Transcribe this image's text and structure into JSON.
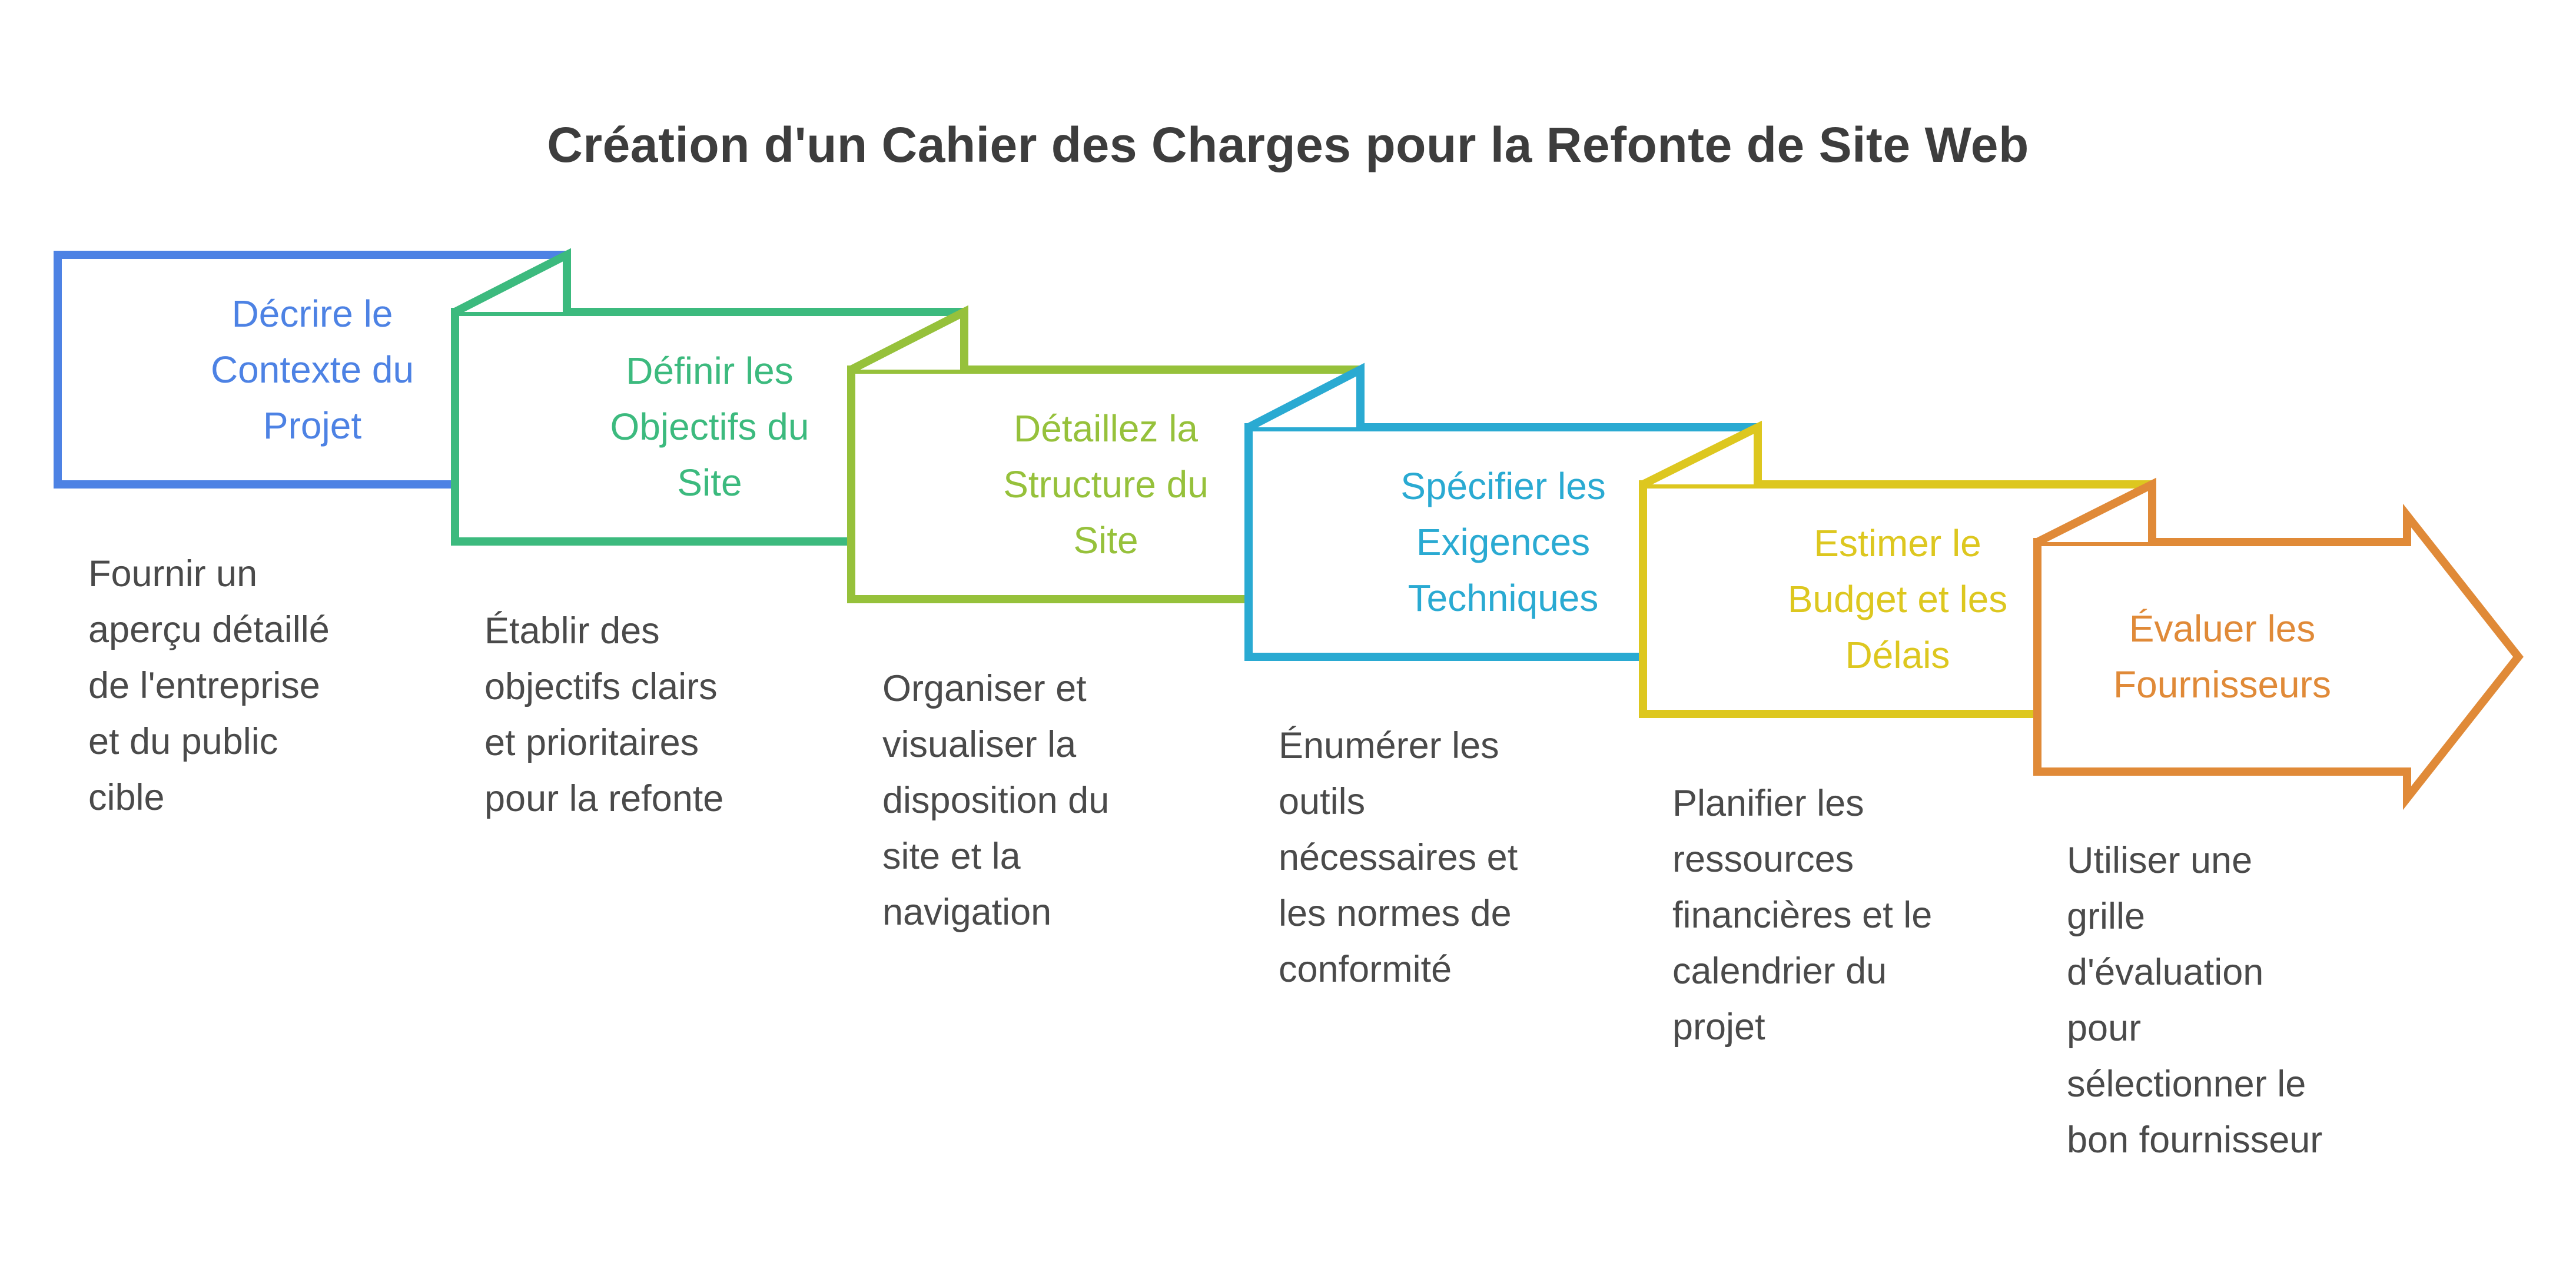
{
  "title": "Création d'un Cahier des Charges pour la Refonte de Site Web",
  "colors": {
    "background": "#ffffff",
    "title_text": "#3d3d3d",
    "description_text": "#4a4a4a",
    "step_blue": "#4d82e4",
    "step_green": "#3cba7e",
    "step_olive": "#96c13b",
    "step_cyan": "#2aaad2",
    "step_yellow": "#ddc71f",
    "step_orange": "#e08a38"
  },
  "steps": [
    {
      "label": "Décrire le\nContexte du\nProjet",
      "description": "Fournir un\naperçu détaillé\nde l'entreprise\net du public\ncible",
      "color": "#4d82e4"
    },
    {
      "label": "Définir les\nObjectifs du\nSite",
      "description": "Établir des\nobjectifs clairs\net prioritaires\npour la refonte",
      "color": "#3cba7e"
    },
    {
      "label": "Détaillez la\nStructure du\nSite",
      "description": "Organiser et\nvisualiser la\ndisposition du\nsite et la\nnavigation",
      "color": "#96c13b"
    },
    {
      "label": "Spécifier les\nExigences\nTechniques",
      "description": "Énumérer les\noutils\nnécessaires et\nles normes de\nconformité",
      "color": "#2aaad2"
    },
    {
      "label": "Estimer le\nBudget et les\nDélais",
      "description": "Planifier les\nressources\nfinancières et le\ncalendrier du\nprojet",
      "color": "#ddc71f"
    },
    {
      "label": "Évaluer les\nFournisseurs",
      "description": "Utiliser une\ngrille\nd'évaluation\npour\nsélectionner le\nbon fournisseur",
      "color": "#e08a38"
    }
  ]
}
